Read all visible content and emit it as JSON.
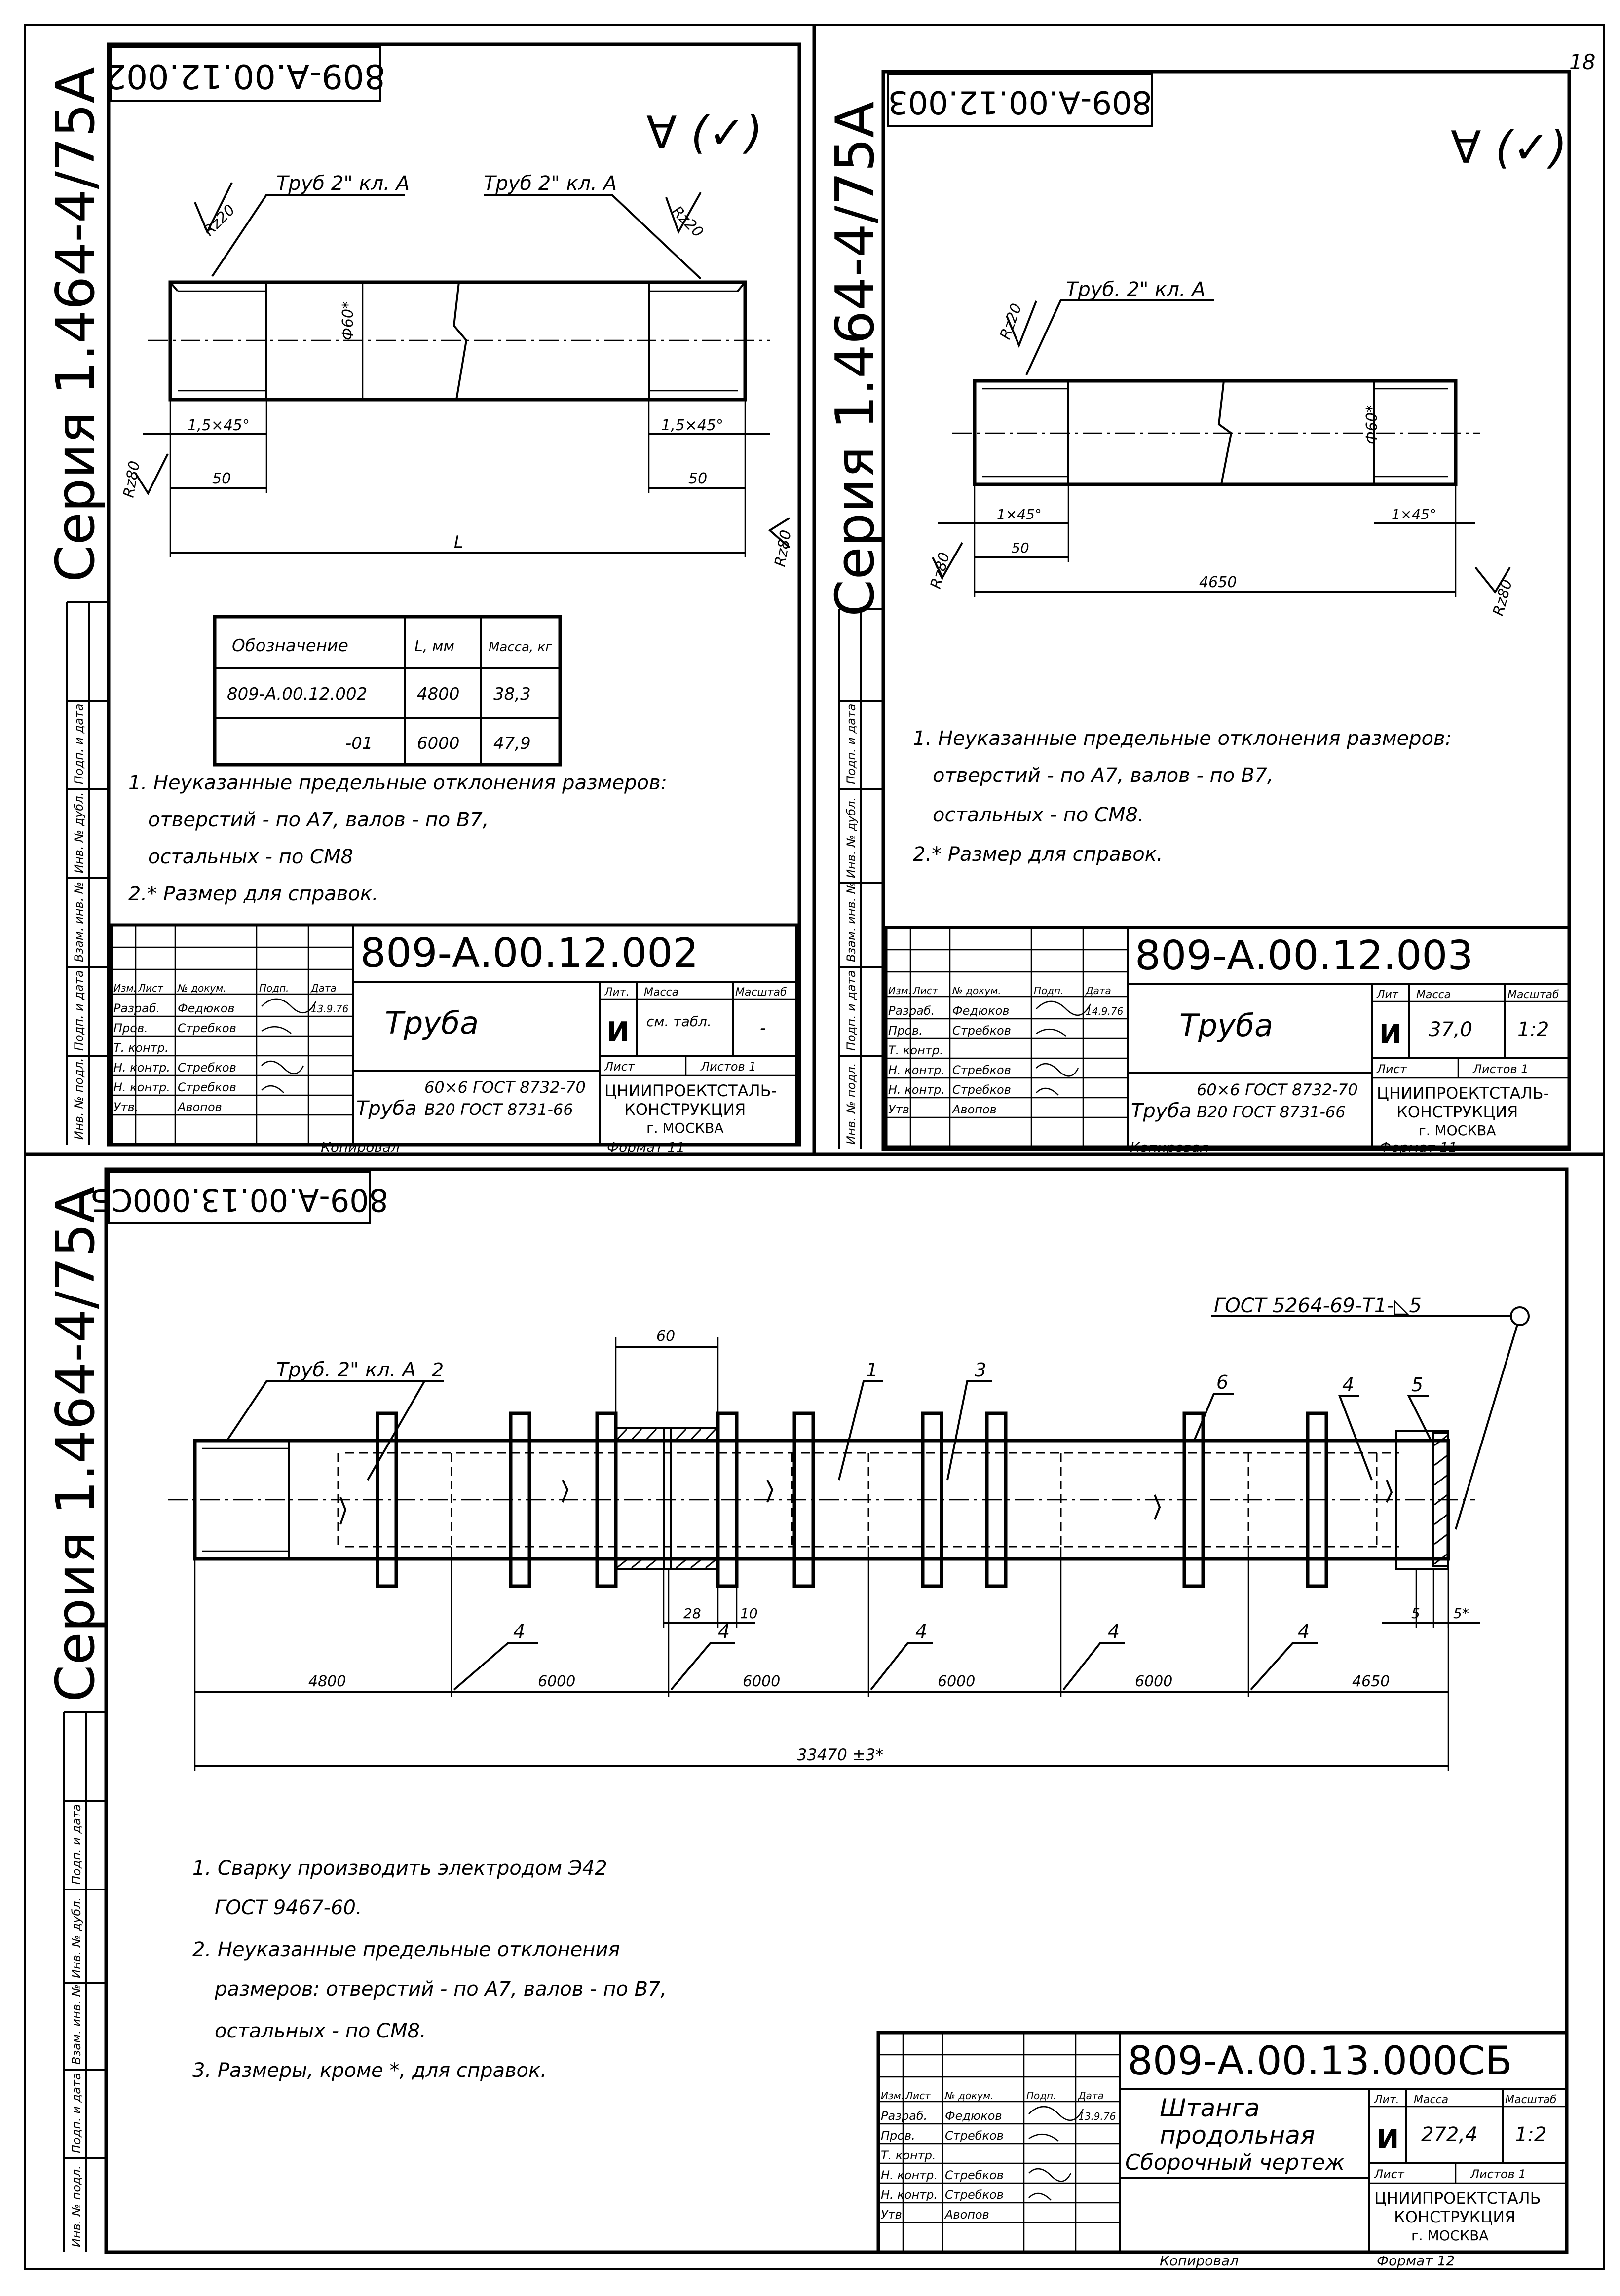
{
  "page_number": "18",
  "drawings": [
    {
      "code_top": "809-А.00.12.002",
      "series": "Серия 1.464-4/75А",
      "roughness_general": "(✓)",
      "thread_label_1": "Труб 2\" кл. А",
      "thread_label_2": "Труб 2\" кл. А",
      "rz20_left": "Rz20",
      "rz20_right": "Rz20",
      "rz80_left": "Rz80",
      "rz80_right": "Rz80",
      "chamfer_left": "1,5×45°",
      "chamfer_right": "1,5×45°",
      "dim_50_left": "50",
      "dim_50_right": "50",
      "dim_length": "L",
      "diameter": "Ф60*",
      "table": {
        "headers": [
          "Обозначение",
          "L, мм",
          "Масса, кг"
        ],
        "rows": [
          [
            "809-А.00.12.002",
            "4800",
            "38,3"
          ],
          [
            "-01",
            "6000",
            "47,9"
          ]
        ]
      },
      "notes": [
        "1. Неуказанные предельные отклонения размеров:",
        "отверстий - по А7, валов - по В7,",
        "остальных - по СМ8",
        "2.* Размер для справок."
      ],
      "title_block": {
        "code": "809-А.00.12.002",
        "name": "Труба",
        "material_word": "Труба",
        "material_line_1": "60×6 ГОСТ 8732-70",
        "material_line_2": "В20 ГОСТ 8731-66",
        "lit": "И",
        "mass": "см. табл.",
        "scale": "-",
        "lit_label": "Лит.",
        "mass_label": "Масса",
        "scale_label": "Масштаб",
        "sheet_label": "Лист",
        "sheets_label": "Листов 1",
        "org_line_1": "ЦНИИПРОЕКТСТАЛЬ-",
        "org_line_2": "КОНСТРУКЦИЯ",
        "org_line_3": "г. МОСКВА",
        "copied_label": "Копировал",
        "format_label": "Формат 11",
        "headers": [
          "Изм.",
          "Лист",
          "№ докум.",
          "Подп.",
          "Дата"
        ],
        "people": [
          [
            "Разраб.",
            "Федюков",
            "",
            "13.9.76"
          ],
          [
            "Пров.",
            "Стребков",
            "",
            ""
          ],
          [
            "Т. контр.",
            "",
            "",
            ""
          ],
          [
            "Н. контр.",
            "Стребков",
            "",
            ""
          ],
          [
            "Н. контр.",
            "Стребков",
            "",
            ""
          ],
          [
            "Утв.",
            "Авопов",
            "",
            ""
          ]
        ]
      }
    },
    {
      "code_top": "809-А.00.12.003",
      "series": "Серия 1.464-4/75А",
      "roughness_general": "(✓)",
      "thread_label": "Труб. 2\" кл. А",
      "rz20": "Rz20",
      "rz80_left": "Rz80",
      "rz80_right": "Rz80",
      "chamfer_left": "1×45°",
      "chamfer_right": "1×45°",
      "dim_50": "50",
      "dim_length": "4650",
      "diameter": "Ф60*",
      "notes": [
        "1. Неуказанные предельные отклонения размеров:",
        "отверстий - по А7, валов - по В7,",
        "остальных - по СМ8.",
        "2.* Размер для справок."
      ],
      "title_block": {
        "code": "809-А.00.12.003",
        "name": "Труба",
        "material_word": "Труба",
        "material_line_1": "60×6 ГОСТ 8732-70",
        "material_line_2": "В20 ГОСТ 8731-66",
        "lit": "И",
        "mass": "37,0",
        "scale": "1:2",
        "lit_label": "Лит",
        "mass_label": "Масса",
        "scale_label": "Масштаб",
        "sheet_label": "Лист",
        "sheets_label": "Листов 1",
        "org_line_1": "ЦНИИПРОЕКТСТАЛЬ-",
        "org_line_2": "КОНСТРУКЦИЯ",
        "org_line_3": "г. МОСКВА",
        "copied_label": "Копировал",
        "format_label": "Формат 11",
        "headers": [
          "Изм.",
          "Лист",
          "№ докум.",
          "Подп.",
          "Дата"
        ],
        "people": [
          [
            "Разраб.",
            "Федюков",
            "",
            "14.9.76"
          ],
          [
            "Пров.",
            "Стребков",
            "",
            ""
          ],
          [
            "Т. контр.",
            "",
            "",
            ""
          ],
          [
            "Н. контр.",
            "Стребков",
            "",
            ""
          ],
          [
            "Н. контр.",
            "Стребков",
            "",
            ""
          ],
          [
            "Утв.",
            "Авопов",
            "",
            ""
          ]
        ]
      }
    },
    {
      "code_top": "809-А.00.13.000СБ",
      "series": "Серия 1.464-4/75А",
      "weld_label": "ГОСТ 5264-69-Т1-◺5",
      "thread_label": "Труб. 2\" кл. А",
      "position_labels": [
        "2",
        "1",
        "3",
        "6",
        "4",
        "5"
      ],
      "dim_60": "60",
      "dim_28": "28",
      "dim_10": "10",
      "dim_5": "5",
      "dim_5s": "5*",
      "segment_lengths": [
        "4800",
        "6000",
        "6000",
        "6000",
        "6000",
        "4650"
      ],
      "joint_labels": [
        "4",
        "4",
        "4",
        "4",
        "4"
      ],
      "total_length": "33470 ±3*",
      "notes": [
        "1. Сварку производить электродом Э42",
        "ГОСТ 9467-60.",
        "2. Неуказанные предельные отклонения",
        "размеров: отверстий - по А7, валов - по В7,",
        "остальных - по СМ8.",
        "3. Размеры, кроме *, для справок."
      ],
      "title_block": {
        "code": "809-А.00.13.000СБ",
        "name_line_1": "Штанга",
        "name_line_2": "продольная",
        "name_line_3": "Сборочный чертеж",
        "lit": "И",
        "mass": "272,4",
        "scale": "1:2",
        "lit_label": "Лит.",
        "mass_label": "Масса",
        "scale_label": "Масштаб",
        "sheet_label": "Лист",
        "sheets_label": "Листов 1",
        "org_line_1": "ЦНИИПРОЕКТСТАЛЬ",
        "org_line_2": "КОНСТРУКЦИЯ",
        "org_line_3": "г. МОСКВА",
        "copied_label": "Копировал",
        "format_label": "Формат 12",
        "headers": [
          "Изм.",
          "Лист",
          "№ докум.",
          "Подп.",
          "Дата"
        ],
        "people": [
          [
            "Разраб.",
            "Федюков",
            "",
            "13.9.76"
          ],
          [
            "Пров.",
            "Стребков",
            "",
            ""
          ],
          [
            "Т. контр.",
            "",
            "",
            ""
          ],
          [
            "Н. контр.",
            "Стребков",
            "",
            ""
          ],
          [
            "Н. контр.",
            "Стребков",
            "",
            ""
          ],
          [
            "Утв.",
            "Авопов",
            "",
            ""
          ]
        ]
      }
    }
  ],
  "margin_stamp_labels": [
    "Инв. № подл.",
    "Подп. и дата",
    "Взам. инв. №",
    "Инв. № дубл.",
    "Подп. и дата"
  ]
}
